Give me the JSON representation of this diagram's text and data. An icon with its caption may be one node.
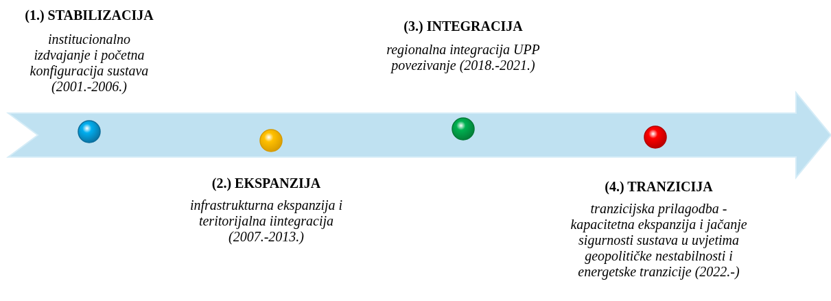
{
  "diagram": {
    "nodes": [
      {
        "text": [],
        "shape": "circle"
      },
      {
        "text": [],
        "shape": "circle"
      },
      {
        "text": [],
        "shape": "circle"
      },
      {
        "text": [],
        "shape": "circle"
      }
    ],
    "labels": [
      "(1.) STABILIZACIJA",
      "institucionalno izdvajanje i početna konfiguracija sustava (2001.-2006.)",
      "(3.) INTEGRACIJA",
      "regionalna integracija UPP povezivanje (2018.-2021.)",
      "(2.) EKSPANZIJA",
      "infrastrukturna  ekspanzija i teritorijalna iintegracija (2007.-2013.)",
      "(4.) TRANZICIJA",
      "tranzicijska prilagodba - kapacitetna ekspanzija i jačanje sigurnosti sustava u uvjetima geopolitičke nestabilnosti i energetske tranzicije (2022.-)"
    ]
  }
}
